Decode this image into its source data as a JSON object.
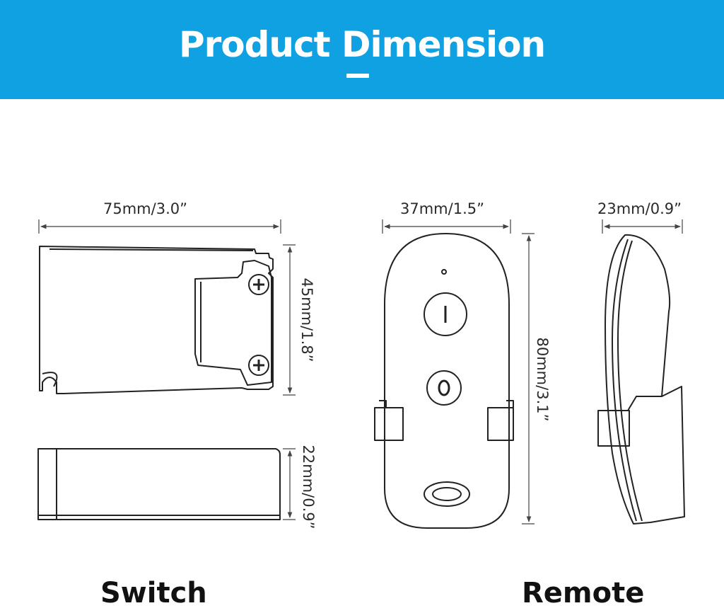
{
  "header": {
    "title": "Product Dimension",
    "background_color": "#0fa1e1"
  },
  "switch": {
    "caption": "Switch",
    "width_label": "75mm/3.0”",
    "height_label": "45mm/1.8”",
    "depth_label": "22mm/0.9”"
  },
  "remote": {
    "caption": "Remote",
    "width_label": "37mm/1.5”",
    "height_label": "80mm/3.1”",
    "depth_label": "23mm/0.9”",
    "buttons": [
      {
        "label": "I",
        "icon": "on-button-icon"
      },
      {
        "label": "O",
        "icon": "off-button-icon"
      }
    ]
  }
}
